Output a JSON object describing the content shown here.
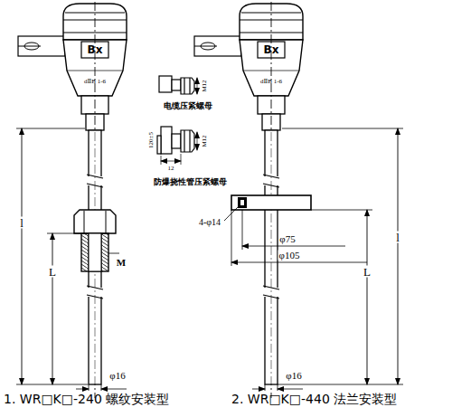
{
  "diagram": {
    "labels": [
      "Bx",
      "dⅡB 1-6",
      "Bx",
      "dⅡB 1-6",
      "M12",
      "电缆压紧螺母",
      "120±5",
      "M12",
      "12",
      "防爆挠性管压紧螺母",
      "l",
      "L",
      "M",
      "φ16",
      "4-φ14",
      "φ75",
      "φ105",
      "l",
      "L",
      "φ16",
      "1.  WR□K□-240 螺纹安装型",
      "2.  WR□K□-440 法兰安装型"
    ]
  }
}
